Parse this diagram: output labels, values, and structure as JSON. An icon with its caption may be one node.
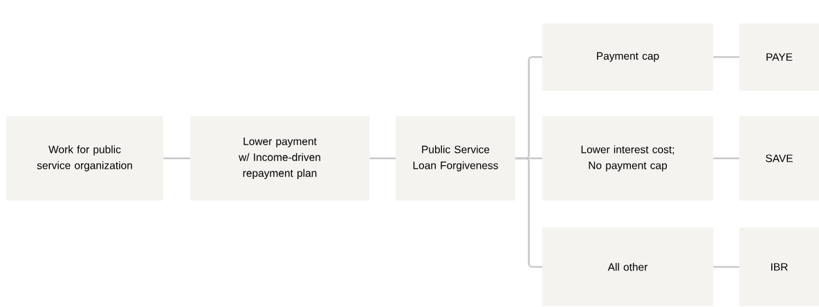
{
  "diagram": {
    "nodes": [
      {
        "text": [
          "Work for public service organization"
        ]
      },
      {
        "text": [
          "Lower payment w/ Income-driven repayment plan"
        ]
      },
      {
        "text": [
          "Public Service Loan Forgiveness"
        ]
      },
      {
        "text": [
          "Payment cap"
        ]
      },
      {
        "text": [
          "Lower interest cost; No payment cap"
        ]
      },
      {
        "text": [
          "All other"
        ]
      },
      {
        "text": [
          "PAYE"
        ]
      },
      {
        "text": [
          "SAVE"
        ]
      },
      {
        "text": [
          "IBR"
        ]
      }
    ],
    "edges": [
      {
        "from": 0,
        "to": 1,
        "arrow": "none"
      },
      {
        "from": 1,
        "to": 2,
        "arrow": "none"
      },
      {
        "from": 2,
        "to": 3,
        "arrow": "none"
      },
      {
        "from": 2,
        "to": 4,
        "arrow": "none"
      },
      {
        "from": 2,
        "to": 5,
        "arrow": "none"
      },
      {
        "from": 3,
        "to": 6,
        "arrow": "none"
      },
      {
        "from": 4,
        "to": 7,
        "arrow": "none"
      },
      {
        "from": 5,
        "to": 8,
        "arrow": "none"
      }
    ]
  }
}
